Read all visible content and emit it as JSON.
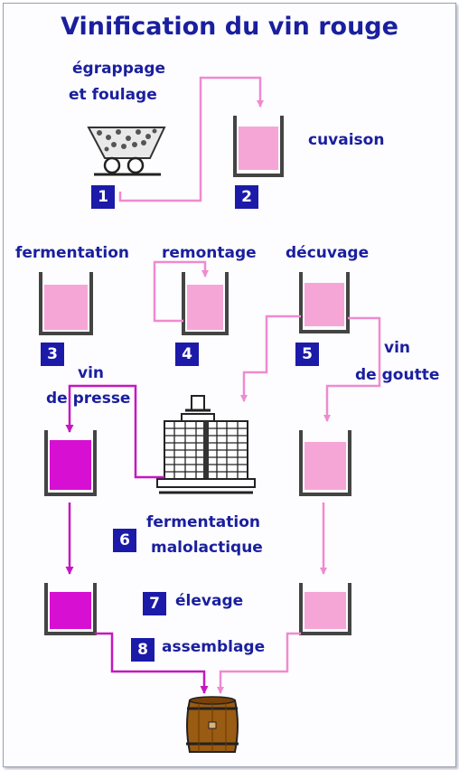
{
  "title": "Vinification du vin rouge",
  "colors": {
    "text": "#1a1f9e",
    "number_box": "#1c1aa8",
    "must_pink": "#f6a6d6",
    "press_wine_magenta": "#d60fd2",
    "arrow_pink": "#f08ad0",
    "arrow_magenta": "#c617c0"
  },
  "steps": [
    {
      "number": "1",
      "label_line1": "égrappage",
      "label_line2": "et foulage"
    },
    {
      "number": "2",
      "label": "cuvaison"
    },
    {
      "number": "3",
      "label": "fermentation"
    },
    {
      "number": "4",
      "label": "remontage"
    },
    {
      "number": "5",
      "label": "décuvage"
    },
    {
      "number": "6",
      "label_line1": "fermentation",
      "label_line2": "malolactique"
    },
    {
      "number": "7",
      "label": "élevage"
    },
    {
      "number": "8",
      "label": "assemblage"
    }
  ],
  "branches": {
    "press_line1": "vin",
    "press_line2": "de presse",
    "free_run_line1": "vin",
    "free_run_line2": "de goutte"
  }
}
